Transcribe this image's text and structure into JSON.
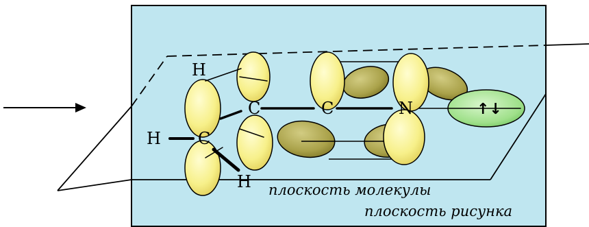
{
  "atoms": {
    "h1": "H",
    "h2": "H",
    "h3": "H",
    "c1": "C",
    "c2": "C",
    "n": "N"
  },
  "lone_pair_symbol": "↑↓",
  "labels": {
    "molecule_plane": "плоскость молекулы",
    "figure_plane": "плоскость рисунка"
  },
  "colors": {
    "figure_plane_fill": "#bfe6f0",
    "orbital_fill": "#f7f08a",
    "pi_orbital_fill": "#aaa24a",
    "lone_pair_fill": "#9fe08a"
  }
}
